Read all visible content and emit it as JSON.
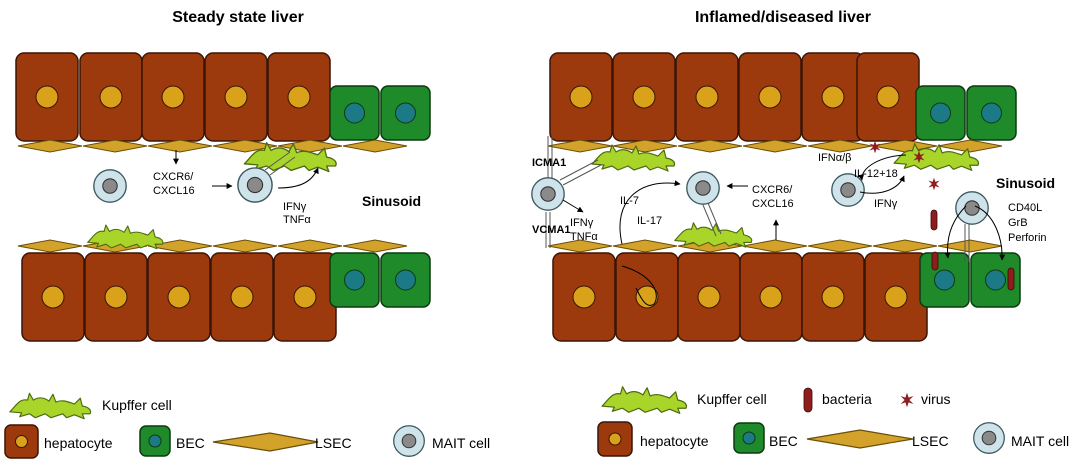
{
  "colors": {
    "hepatocyte_fill": "#9c3a0e",
    "hepatocyte_stroke": "#3b1505",
    "nucleus_fill": "#d9a21a",
    "bec_fill": "#1f8a2a",
    "bec_nucleus": "#1c7a86",
    "lsec_fill": "#d2a22a",
    "kupffer_fill": "#a9d52b",
    "mait_fill": "#cfe3ea",
    "mait_nucleus": "#8a8a8a",
    "bacteria": "#8f1d1d",
    "virus": "#8f1d1d"
  },
  "left_panel": {
    "title": "Steady state liver",
    "sinusoid": "Sinusoid",
    "cxcr6": "CXCR6/",
    "cxcl16": "CXCL16",
    "ifng": "IFNγ",
    "tnfa": "TNFα"
  },
  "right_panel": {
    "title": "Inflamed/diseased liver",
    "sinusoid": "Sinusoid",
    "icma1": "ICMA1",
    "vcma1": "VCMA1",
    "ifng_left": "IFNγ",
    "tnfa_left": "TNFα",
    "il7": "IL-7",
    "il17": "IL-17",
    "cxcr6": "CXCR6/",
    "cxcl16": "CXCL16",
    "ifnab": "IFNα/β",
    "il1218": "IL-12+18",
    "ifng_right": "IFNγ",
    "cd40l": "CD40L",
    "grb": "GrB",
    "perforin": "Perforin"
  },
  "legend_left": {
    "kupffer": "Kupffer cell",
    "hepatocyte": "hepatocyte",
    "bec": "BEC",
    "lsec": "LSEC",
    "mait": "MAIT cell"
  },
  "legend_right": {
    "kupffer": "Kupffer cell",
    "bacteria": "bacteria",
    "virus": "virus",
    "hepatocyte": "hepatocyte",
    "bec": "BEC",
    "lsec": "LSEC",
    "mait": "MAIT cell"
  }
}
